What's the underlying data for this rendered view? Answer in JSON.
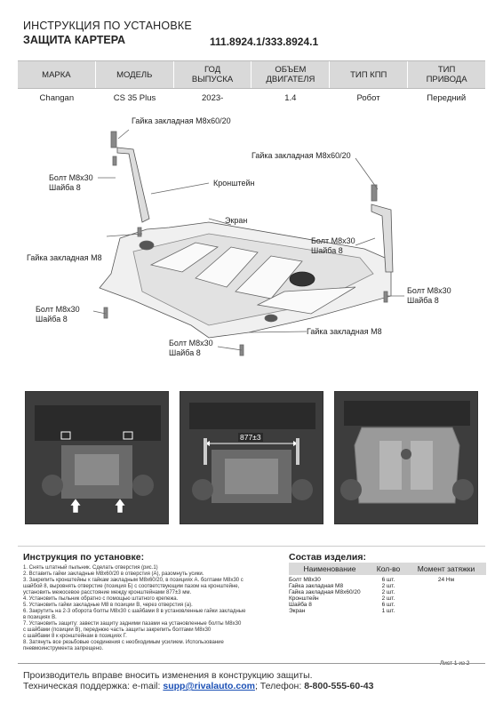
{
  "header": {
    "title": "ИНСТРУКЦИЯ ПО УСТАНОВКЕ",
    "subtitle": "ЗАЩИТА КАРТЕРА",
    "article": "111.8924.1/333.8924.1"
  },
  "spec": {
    "headers": [
      [
        "МАРКА",
        ""
      ],
      [
        "МОДЕЛЬ",
        ""
      ],
      [
        "ГОД",
        "ВЫПУСКА"
      ],
      [
        "ОБЪЕМ",
        "ДВИГАТЕЛЯ"
      ],
      [
        "ТИП КПП",
        ""
      ],
      [
        "ТИП",
        "ПРИВОДА"
      ]
    ],
    "values": [
      "Changan",
      "CS 35 Plus",
      "2023-",
      "1.4",
      "Робот",
      "Передний"
    ]
  },
  "diagram": {
    "labels": {
      "nut_top1": "Гайка закладная М8х60/20",
      "nut_top2": "Гайка закладная М8х60/20",
      "bolt_l1": "Болт М8х30",
      "washer_l1": "Шайба 8",
      "bracket": "Кронштейн",
      "screen": "Экран",
      "bolt_r1": "Болт М8х30",
      "washer_r1": "Шайба 8",
      "nut_m8_left": "Гайка закладная М8",
      "bolt_r2": "Болт М8х30",
      "washer_r2": "Шайба 8",
      "bolt_l2": "Болт М8х30",
      "washer_l2": "Шайба 8",
      "nut_m8_bottom": "Гайка закладная М8",
      "bolt_b": "Болт М8х30",
      "washer_b": "Шайба 8"
    },
    "distance": "877±3"
  },
  "instructions": {
    "heading": "Инструкция по установке:",
    "steps": [
      "1. Снять штатный пыльник. Сделать отверстия (рис.1)",
      "2. Вставить гайки закладные М8х60/20 в отверстия (А), разомнуть усики.",
      "3. Закрепить кронштейны к гайкам закладным М8х60/20, в позициях А. болтами М8х30 с",
      "   шайбой 8, выровнять отверстие (позиция Б) с соответствующим пазом на кронштейне,",
      "   установить межосевое расстояние между кронштейнами 877±3 мм.",
      "4. Установить пыльник обратно с помощью штатного крепежа.",
      "5. Установить гайки закладные М8 в позиции В, через отверстия (а).",
      "6. Закрутить на 2-3 оборота болты М8х30 с шайбами 8 в установленные гайки закладные",
      "   в позициях В.",
      "7. Установить защиту: завести защиту задними пазами на установленные болты М8х30",
      "   с шайбами (позиции В), переднюю часть защиты закрепить болтами М8х30",
      "   с шайбами 8 к кронштейнам в позициях Г.",
      "8. Затянуть все резьбовые соединения с необходимым усилием. Использование",
      "   пневмоинструмента запрещено."
    ]
  },
  "composition": {
    "heading": "Состав изделия:",
    "headers": [
      "Наименование",
      "Кол-во",
      "Момент затяжки"
    ],
    "rows": [
      [
        "Болт М8х30",
        "6 шт.",
        "24 Нм"
      ],
      [
        "Гайка закладная М8",
        "2 шт.",
        ""
      ],
      [
        "Гайка закладная М8х60/20",
        "2 шт.",
        ""
      ],
      [
        "Кронштейн",
        "2 шт.",
        ""
      ],
      [
        "Шайба 8",
        "6 шт.",
        ""
      ],
      [
        "Экран",
        "1 шт.",
        ""
      ]
    ]
  },
  "footer": {
    "sheet": "Лист 1 из 2",
    "note": "Производитель вправе вносить изменения в конструкцию защиты.",
    "support_prefix": "Техническая поддержка:  e-mail: ",
    "email": "supp@rivalauto.com",
    "phone_prefix": "; Телефон: ",
    "phone": "8-800-555-60-43"
  }
}
